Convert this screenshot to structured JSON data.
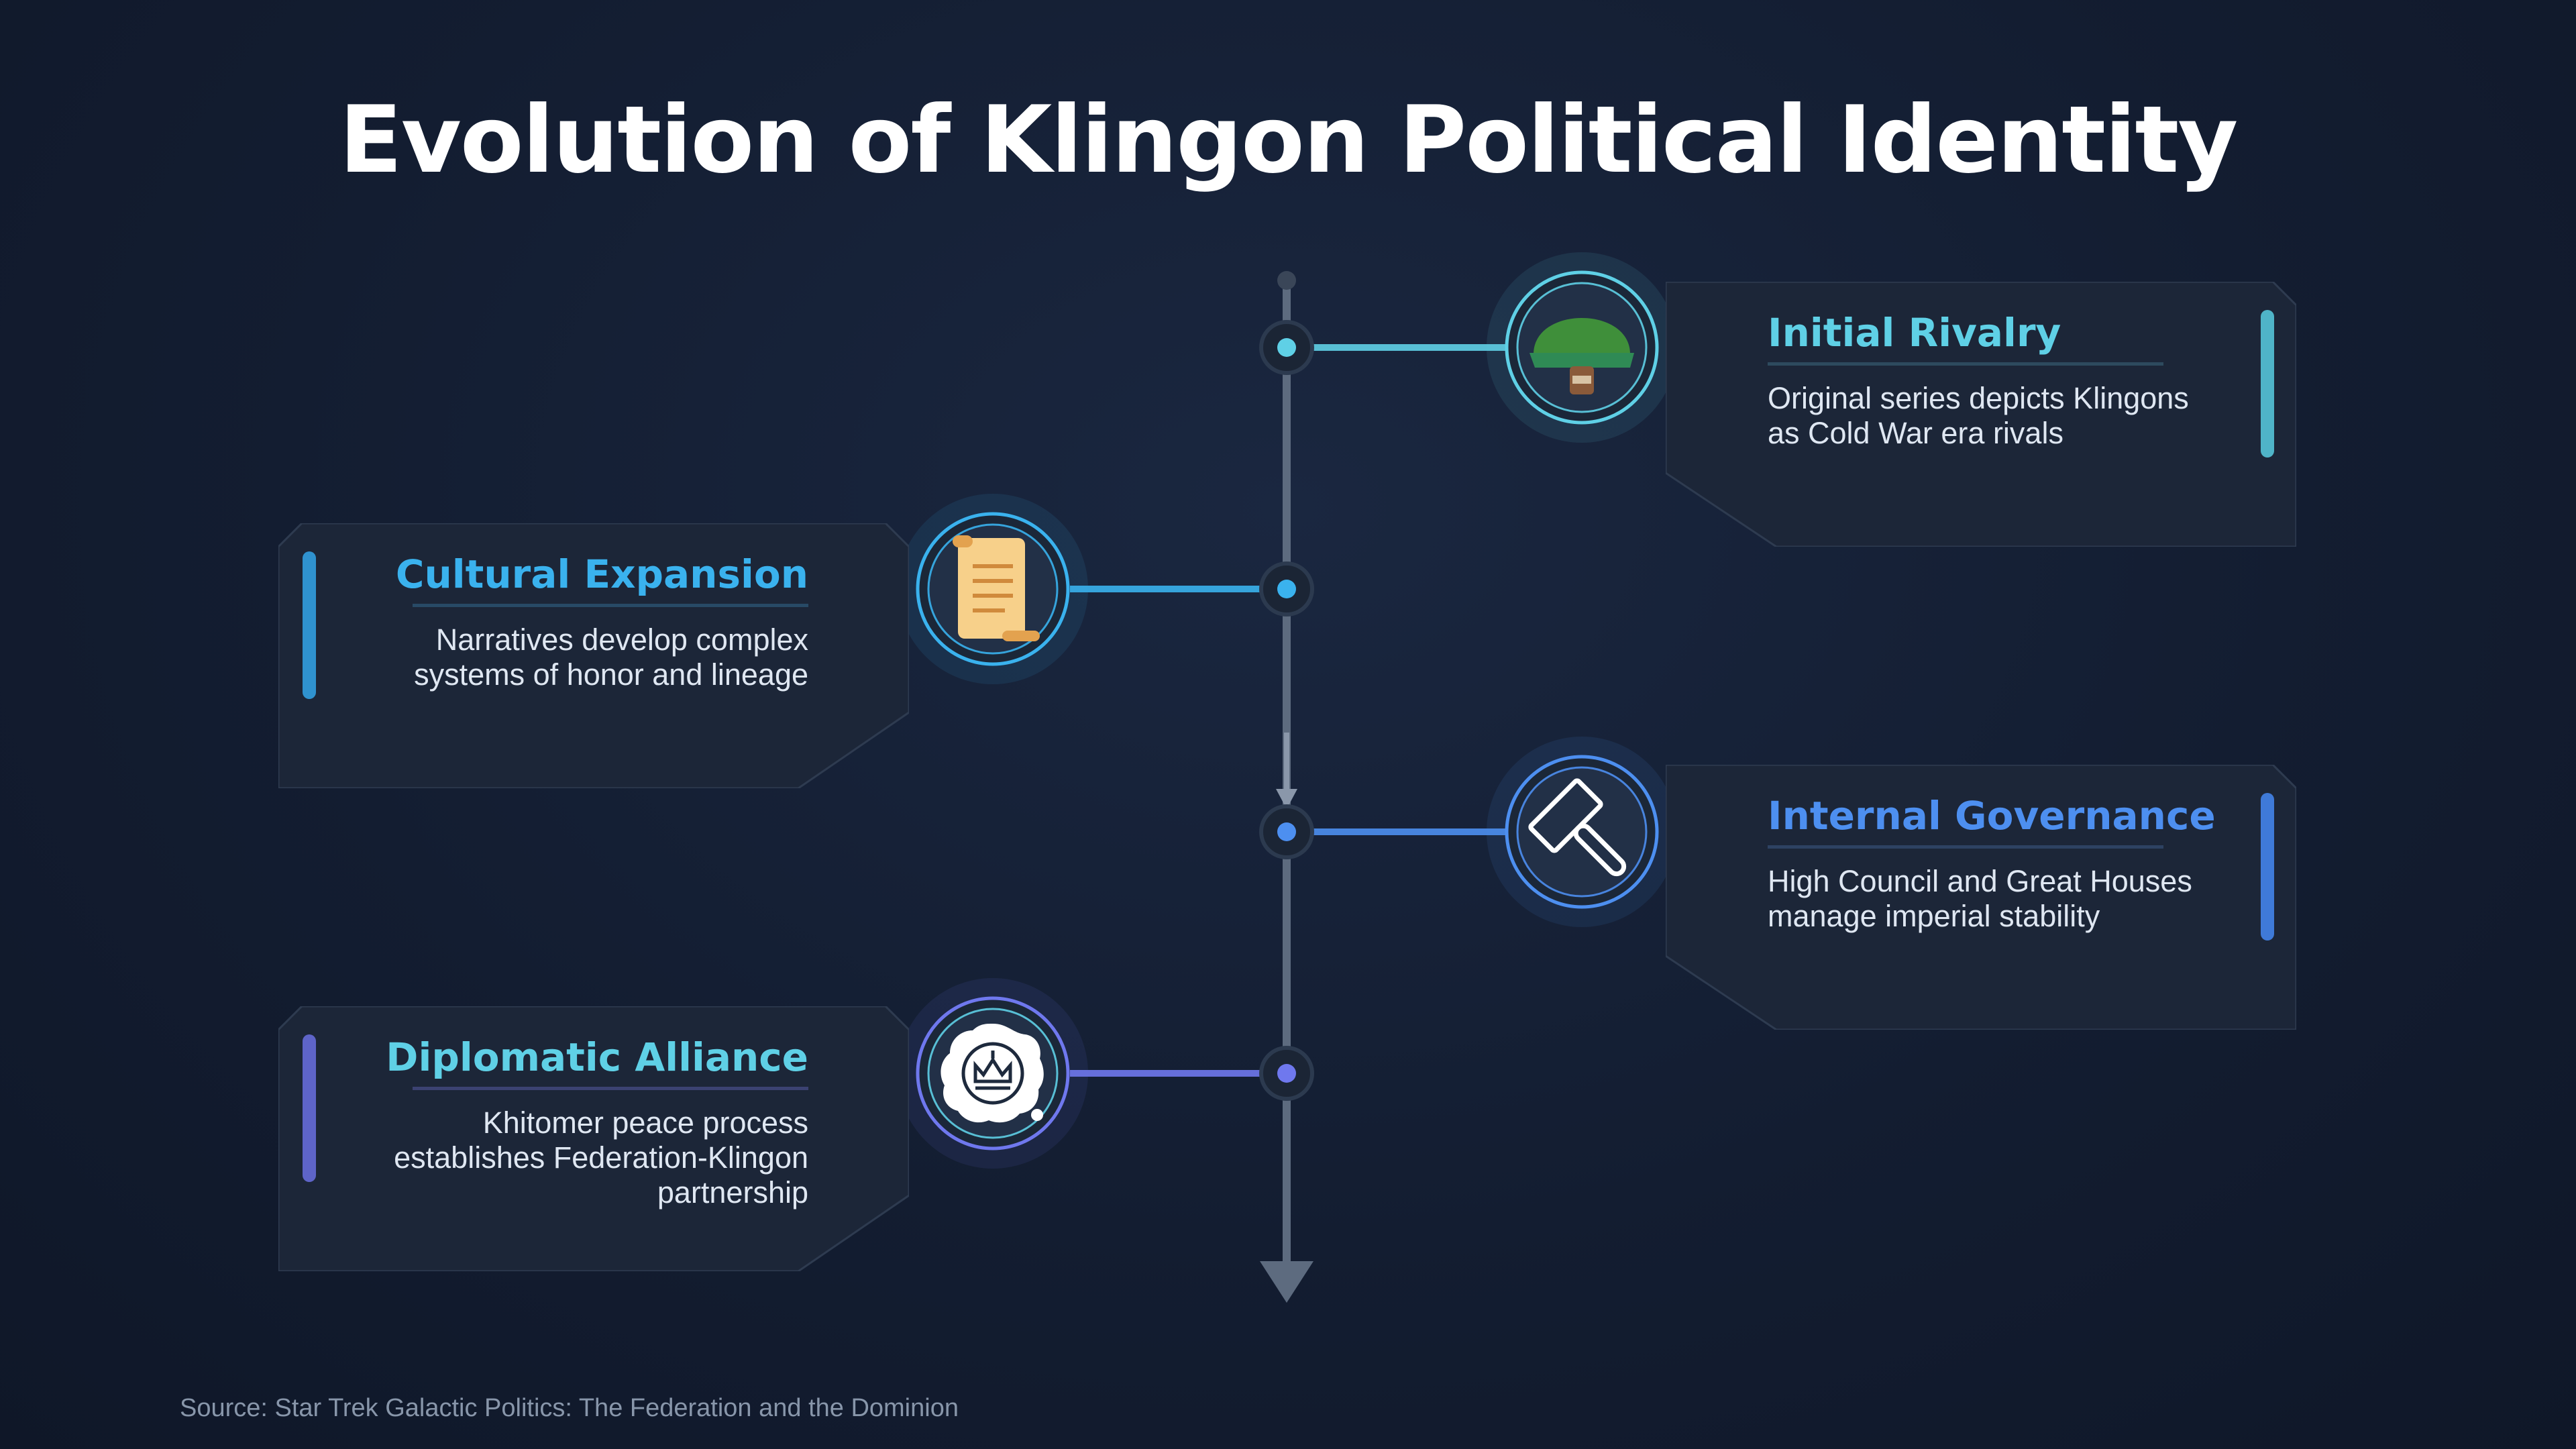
{
  "title": "Evolution of Klingon Political Identity",
  "source": "Source: Star Trek Galactic Politics: The Federation and the Dominion",
  "colors": {
    "background": "#131d31",
    "card": "#1c2638",
    "axis": "#5d6b7f"
  },
  "events": [
    {
      "title": "Initial Rivalry",
      "text": "Original series depicts Klingons as Cold War era rivals",
      "icon": "helmet-icon",
      "color": "#5fd0e6",
      "side": "right"
    },
    {
      "title": "Cultural Expansion",
      "text": "Narratives develop complex systems of honor and lineage",
      "icon": "scroll-icon",
      "color": "#3ab2ee",
      "side": "left"
    },
    {
      "title": "Internal Governance",
      "text": "High Council and Great Houses manage imperial stability",
      "icon": "gavel-icon",
      "color": "#4d8ff0",
      "side": "right"
    },
    {
      "title": "Diplomatic Alliance",
      "text": "Khitomer peace process establishes Federation-Klingon partnership",
      "icon": "seal-icon",
      "color": "#6f78ee",
      "side": "left"
    }
  ]
}
